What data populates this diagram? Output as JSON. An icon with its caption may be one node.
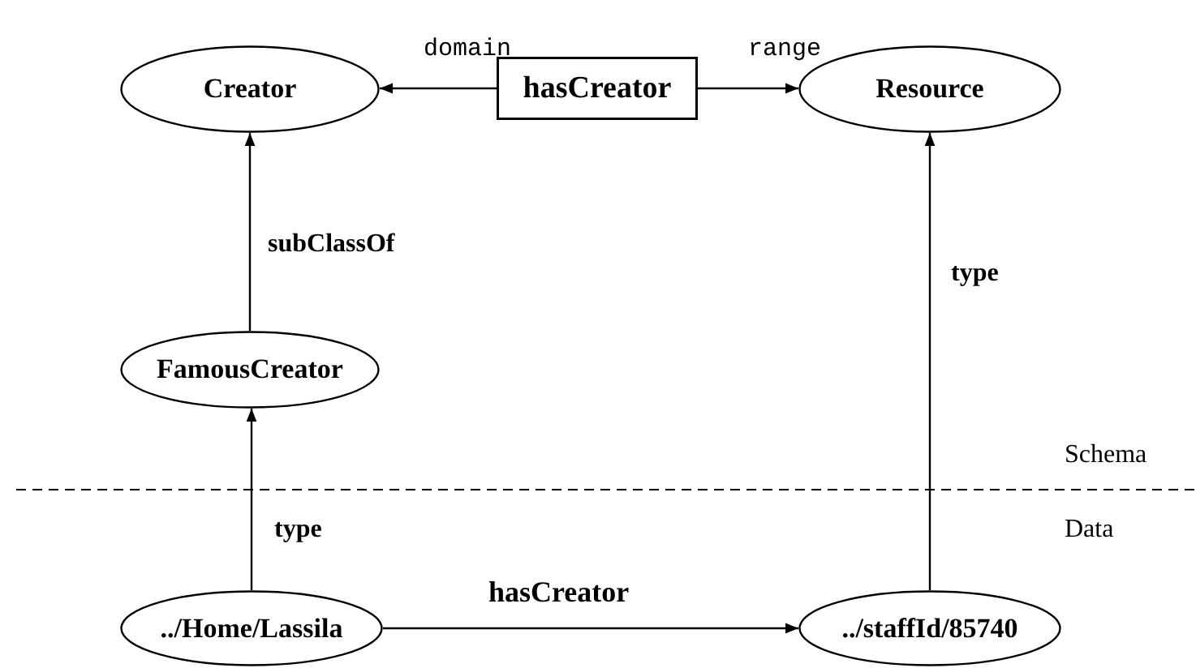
{
  "diagram": {
    "nodes": [
      {
        "text": [
          "Creator"
        ]
      },
      {
        "text": [
          "hasCreator"
        ]
      },
      {
        "text": [
          "Resource"
        ]
      },
      {
        "text": [
          "FamousCreator"
        ]
      },
      {
        "text": [
          "../Home/Lassila"
        ]
      },
      {
        "text": [
          "../staffId/85740"
        ]
      }
    ],
    "edges": [
      {
        "from": 1,
        "to": 0,
        "arrow": "to",
        "label": "domain"
      },
      {
        "from": 1,
        "to": 2,
        "arrow": "to",
        "label": "range"
      },
      {
        "from": 3,
        "to": 0,
        "arrow": "to",
        "label": "subClassOf"
      },
      {
        "from": 4,
        "to": 3,
        "arrow": "to",
        "label": "type"
      },
      {
        "from": 5,
        "to": 2,
        "arrow": "to",
        "label": "type"
      },
      {
        "from": 4,
        "to": 5,
        "arrow": "to",
        "label": "hasCreator"
      }
    ],
    "labels": [
      "Schema",
      "Data"
    ]
  }
}
